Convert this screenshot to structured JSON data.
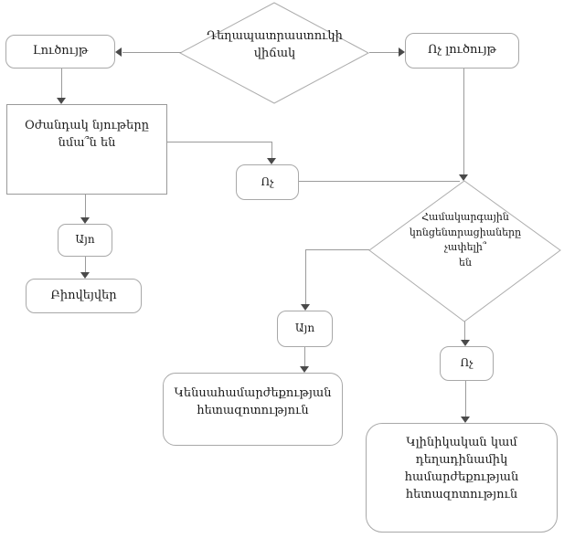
{
  "flowchart": {
    "title": "Drug bioequivalence decision flowchart (Armenian)",
    "colors": {
      "background": "#ffffff",
      "line": "#9b9b9b",
      "shape_border": "#a8a8a8",
      "arrowhead": "#4a4a4a",
      "text": "#1a1a1a"
    },
    "nodes": {
      "drug_state": {
        "type": "decision",
        "label": "Դեղապատրաստուկի\nվիճակ"
      },
      "solution": {
        "type": "rounded",
        "label": "Լուծույթ"
      },
      "not_solution": {
        "type": "rounded",
        "label": "Ոչ լուծույթ"
      },
      "excipients_similar": {
        "type": "process",
        "label": "Օժանդակ նյութերը\nնմա՞ն են"
      },
      "no_mid": {
        "type": "rounded",
        "label": "Ոչ"
      },
      "systemic_concentrations": {
        "type": "decision",
        "label": "Համակարգային\nկոնցենտրացիաները չափելի՞\nեն"
      },
      "yes_left": {
        "type": "rounded",
        "label": "Այո"
      },
      "biowaiver": {
        "type": "rounded",
        "label": "Բիովեյվեր"
      },
      "yes_mid": {
        "type": "rounded",
        "label": "Այո"
      },
      "no_right": {
        "type": "rounded",
        "label": "Ոչ"
      },
      "bioequivalence_study": {
        "type": "rounded",
        "label": "Կենսահամարժեքության\nհետազոտություն"
      },
      "clinical_study": {
        "type": "rounded",
        "label": "Կլինիկական կամ\nդեղադինամիկ\nհամարժեքության\nհետազոտություն"
      }
    },
    "edges": [
      {
        "from": "drug_state",
        "to": "solution"
      },
      {
        "from": "drug_state",
        "to": "not_solution"
      },
      {
        "from": "solution",
        "to": "excipients_similar"
      },
      {
        "from": "excipients_similar",
        "to": "yes_left"
      },
      {
        "from": "yes_left",
        "to": "biowaiver"
      },
      {
        "from": "excipients_similar",
        "to": "no_mid"
      },
      {
        "from": "no_mid",
        "to": "systemic_concentrations"
      },
      {
        "from": "not_solution",
        "to": "systemic_concentrations"
      },
      {
        "from": "systemic_concentrations",
        "to": "yes_mid"
      },
      {
        "from": "yes_mid",
        "to": "bioequivalence_study"
      },
      {
        "from": "systemic_concentrations",
        "to": "no_right"
      },
      {
        "from": "no_right",
        "to": "clinical_study"
      }
    ]
  }
}
